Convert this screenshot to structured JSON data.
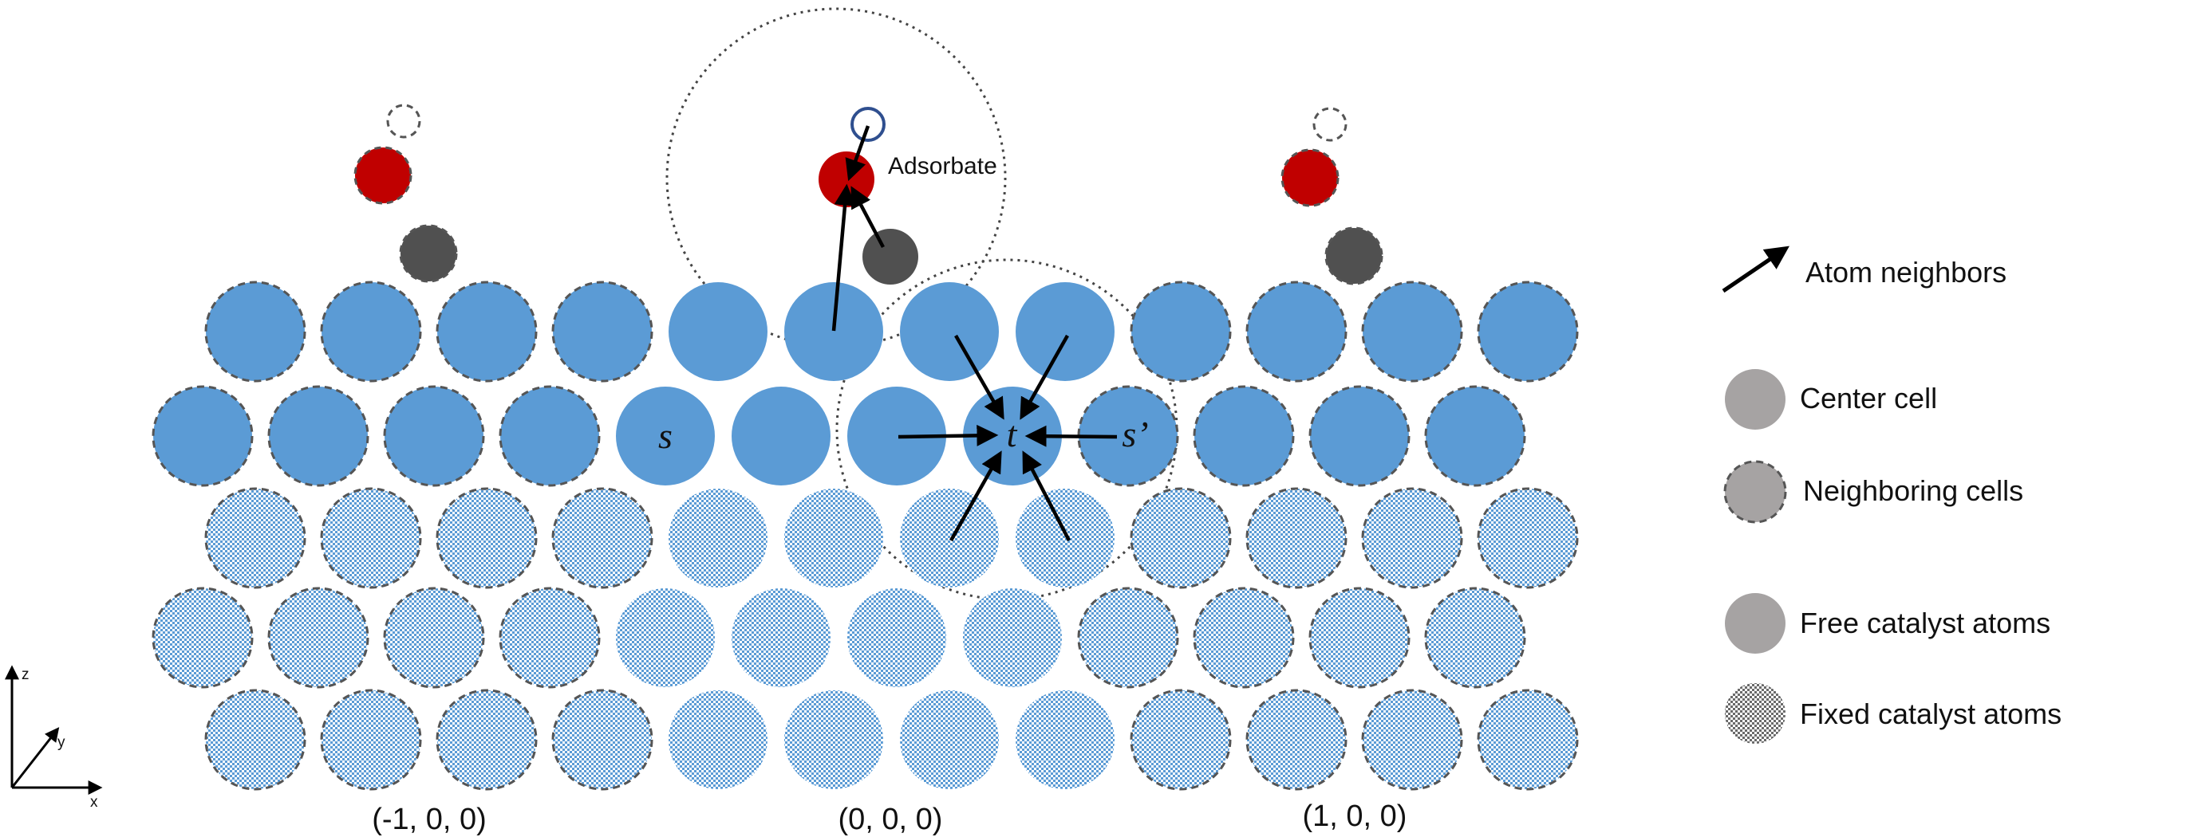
{
  "labels": {
    "adsorbate": "Adsorbate",
    "s": "s",
    "t": "t",
    "s_prime": "s’"
  },
  "cells": {
    "left": "(-1, 0, 0)",
    "center": "(0, 0, 0)",
    "right": "(1, 0, 0)"
  },
  "axes": {
    "x": "x",
    "y": "y",
    "z": "z"
  },
  "legend": {
    "atom_neighbors": "Atom neighbors",
    "center_cell": "Center cell",
    "neighboring_cells": "Neighboring cells",
    "free_catalyst": "Free catalyst atoms",
    "fixed_catalyst": "Fixed catalyst atoms"
  },
  "colors": {
    "catalyst_blue": "#5b9bd5",
    "oxygen_red": "#c00000",
    "carbon_gray": "#505050",
    "legend_gray": "#a6a3a3"
  }
}
